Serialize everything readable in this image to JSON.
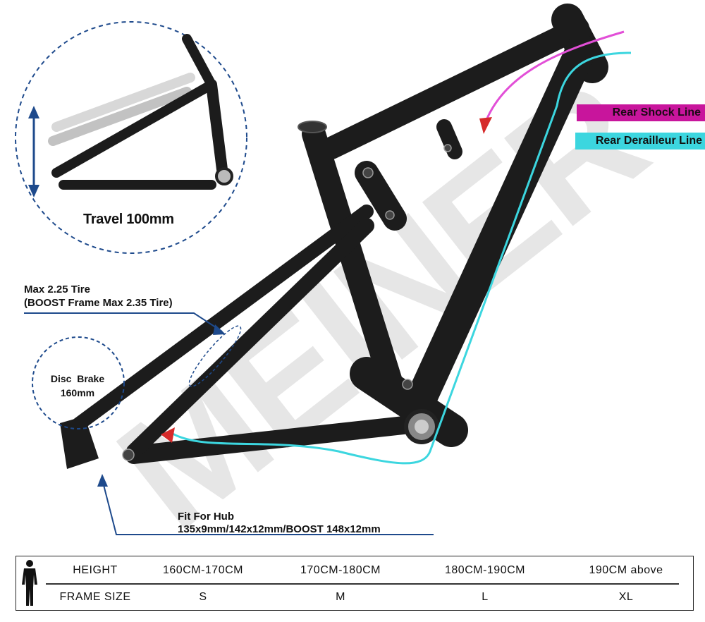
{
  "watermark": "MEINER",
  "legend": {
    "rear_shock": "Rear Shock Line",
    "rear_derailleur": "Rear Derailleur Line"
  },
  "callouts": {
    "travel": "Travel 100mm",
    "tire_line1": "Max 2.25 Tire",
    "tire_line2": "(BOOST Frame Max 2.35 Tire)",
    "brake_line1": "Disc  Brake",
    "brake_line2": "160mm",
    "hub_line1": "Fit For Hub",
    "hub_line2": "135x9mm/142x12mm/BOOST 148x12mm"
  },
  "colors": {
    "shock_line": "#e24fd7",
    "derailleur_line": "#3cd6df",
    "frame": "#1c1c1c",
    "callout_line": "#1e4a8c",
    "arrow": "#d62a2a"
  },
  "icons": [
    "person-silhouette-icon"
  ],
  "size_table": {
    "row_labels": [
      "HEIGHT",
      "FRAME SIZE"
    ],
    "heights": [
      "160CM-170CM",
      "170CM-180CM",
      "180CM-190CM",
      "190CM above"
    ],
    "sizes": [
      "S",
      "M",
      "L",
      "XL"
    ]
  }
}
